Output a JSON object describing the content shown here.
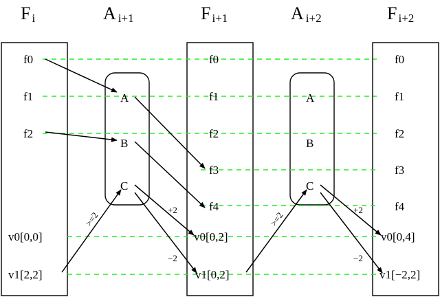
{
  "headers": [
    {
      "base": "F",
      "sub": "i"
    },
    {
      "base": "A",
      "sub": "i+1"
    },
    {
      "base": "F",
      "sub": "i+1"
    },
    {
      "base": "A",
      "sub": "i+2"
    },
    {
      "base": "F",
      "sub": "i+2"
    }
  ],
  "frame_i": {
    "labels": [
      "f0",
      "f1",
      "f2",
      "v0[0,0]",
      "v1[2,2]"
    ]
  },
  "action_i1": {
    "labels": [
      "A",
      "B",
      "C"
    ]
  },
  "frame_i1": {
    "labels": [
      "f0",
      "f1",
      "f2",
      "f3",
      "f4",
      "v0[0,2]",
      "v1[0,2]"
    ]
  },
  "action_i2": {
    "labels": [
      "A",
      "B",
      "C"
    ]
  },
  "frame_i2": {
    "labels": [
      "f0",
      "f1",
      "f2",
      "f3",
      "f4",
      "v0[0,4]",
      "v1[−2,2]"
    ]
  },
  "edge_labels": {
    "cond_1": ">=2",
    "cond_2": ">=2",
    "inc_1": "+2",
    "dec_1": "−2",
    "inc_2": "+2",
    "dec_2": "−2"
  },
  "colors": {
    "fact_line": "#22ee22",
    "stroke": "#000000"
  }
}
